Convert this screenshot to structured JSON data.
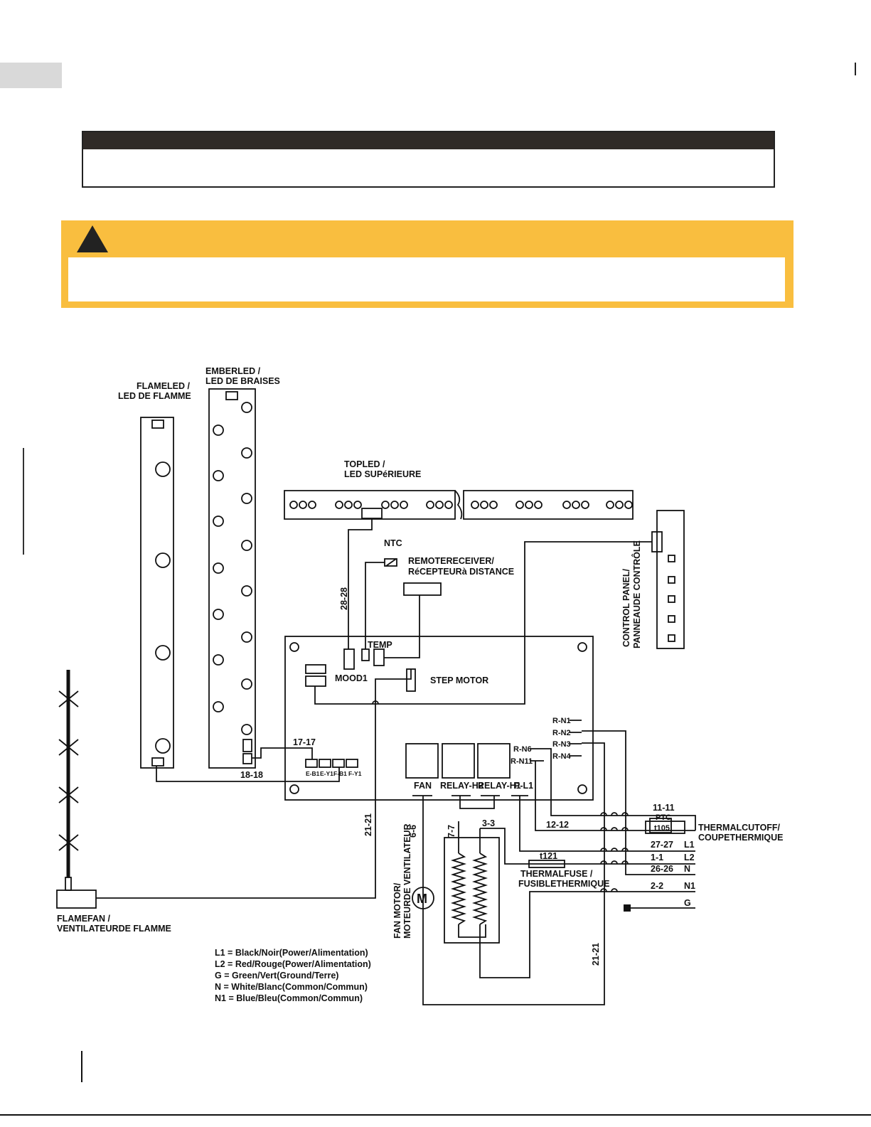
{
  "labels": {
    "flame_led_1": "FLAMELED /",
    "flame_led_2": "LED DE FLAMME",
    "ember_led_1": "EMBERLED /",
    "ember_led_2": "LED DE BRAISES",
    "top_led_1": "TOPLED /",
    "top_led_2": "LED SUPéRIEURE",
    "ntc": "NTC",
    "remote_1": "REMOTERECEIVER/",
    "remote_2": "RéCEPTEURà DISTANCE",
    "control_panel_1": "CONTROL PANEL/",
    "control_panel_2": "PANNEAUDE CONTRÔLE",
    "temp": "TEMP",
    "mood": "MOOD1",
    "step_motor": "STEP MOTOR",
    "w28": "28-28",
    "w17": "17-17",
    "w18": "18-18",
    "eb1": "E-B1",
    "ey1": "E-Y1",
    "fb1": "F-B1",
    "fy1": "F-Y1",
    "rn1": "R-N1",
    "rn2": "R-N2",
    "rn3": "R-N3",
    "rn4": "R-N4",
    "rn6": "R-N6",
    "rn11": "R-N11",
    "fan": "FAN",
    "relay_h2": "RELAY-H2",
    "relay_h1": "RELAY-H1",
    "pl1": "P-L1",
    "w21a": "21-21",
    "w66": "6-6",
    "w77": "7-7",
    "w33": "3-3",
    "w11": "11-11",
    "ptc": "PTC",
    "t105": "t105",
    "w1212": "12-12",
    "thermal_cutoff_1": "THERMALCUTOFF/",
    "thermal_cutoff_2": "COUPETHERMIQUE",
    "w27": "27-27",
    "L1": "L1",
    "t121": "t121",
    "w1": "1-1",
    "L2": "L2",
    "w26": "26-26",
    "N": "N",
    "thermal_fuse_1": "THERMALFUSE /",
    "thermal_fuse_2": "FUSIBLETHERMIQUE",
    "w2": "2-2",
    "N1": "N1",
    "G": "G",
    "motor_M": "M",
    "fan_motor_1": "FAN MOTOR/",
    "fan_motor_2": "MOTEURDE VENTILATEUR",
    "w21b": "21-21",
    "flame_fan_1": "FLAMEFAN /",
    "flame_fan_2": "VENTILATEURDE FLAMME"
  },
  "legend": [
    "L1 = Black/Noir(Power/Alimentation)",
    "L2 = Red/Rouge(Power/Alimentation)",
    "G = Green/Vert(Ground/Terre)",
    "N = White/Blanc(Common/Commun)",
    "N1 = Blue/Bleu(Common/Commun)"
  ],
  "colors": {
    "warning": "#f9be3f",
    "header": "#2f2a27",
    "ink": "#111111"
  }
}
